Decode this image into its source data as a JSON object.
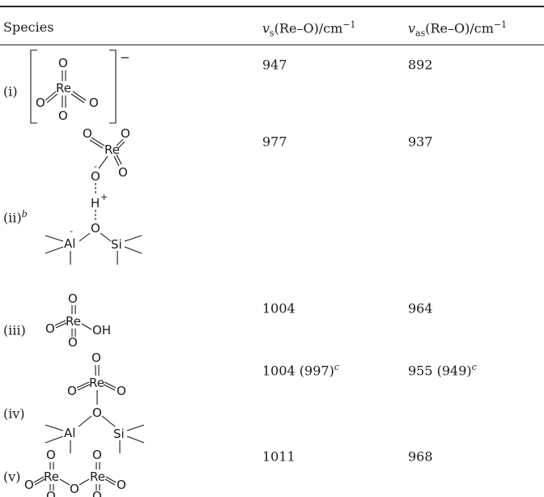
{
  "table": {
    "headers": {
      "species": "Species",
      "vs_base": "v",
      "vs_sub": "s",
      "vs_rest": "(Re–O)/cm",
      "vs_exp": "−1",
      "vas_base": "v",
      "vas_sub": "as",
      "vas_rest": "(Re–O)/cm",
      "vas_exp": "−1"
    },
    "rows": [
      {
        "label": "(i)",
        "label_sup": "",
        "vs": "947",
        "vs_paren": "",
        "vs_sup": "",
        "vas": "892",
        "vas_paren": "",
        "vas_sup": ""
      },
      {
        "label": "(ii)",
        "label_sup": "b",
        "vs": "977",
        "vs_paren": "",
        "vs_sup": "",
        "vas": "937",
        "vas_paren": "",
        "vas_sup": ""
      },
      {
        "label": "(iii)",
        "label_sup": "",
        "vs": "1004",
        "vs_paren": "",
        "vs_sup": "",
        "vas": "964",
        "vas_paren": "",
        "vas_sup": ""
      },
      {
        "label": "(iv)",
        "label_sup": "",
        "vs": "1004",
        "vs_paren": " (997)",
        "vs_sup": "c",
        "vas": "955",
        "vas_paren": " (949)",
        "vas_sup": "c"
      },
      {
        "label": "(v)",
        "label_sup": "",
        "vs": "1011",
        "vs_paren": "",
        "vs_sup": "",
        "vas": "968",
        "vas_paren": "",
        "vas_sup": ""
      }
    ]
  },
  "structures": {
    "atoms": {
      "re": "Re",
      "o": "O",
      "al": "Al",
      "si": "Si",
      "h": "H",
      "oh": "OH"
    },
    "charges": {
      "minus": "−",
      "plus": "+",
      "minus_small": "-"
    }
  }
}
